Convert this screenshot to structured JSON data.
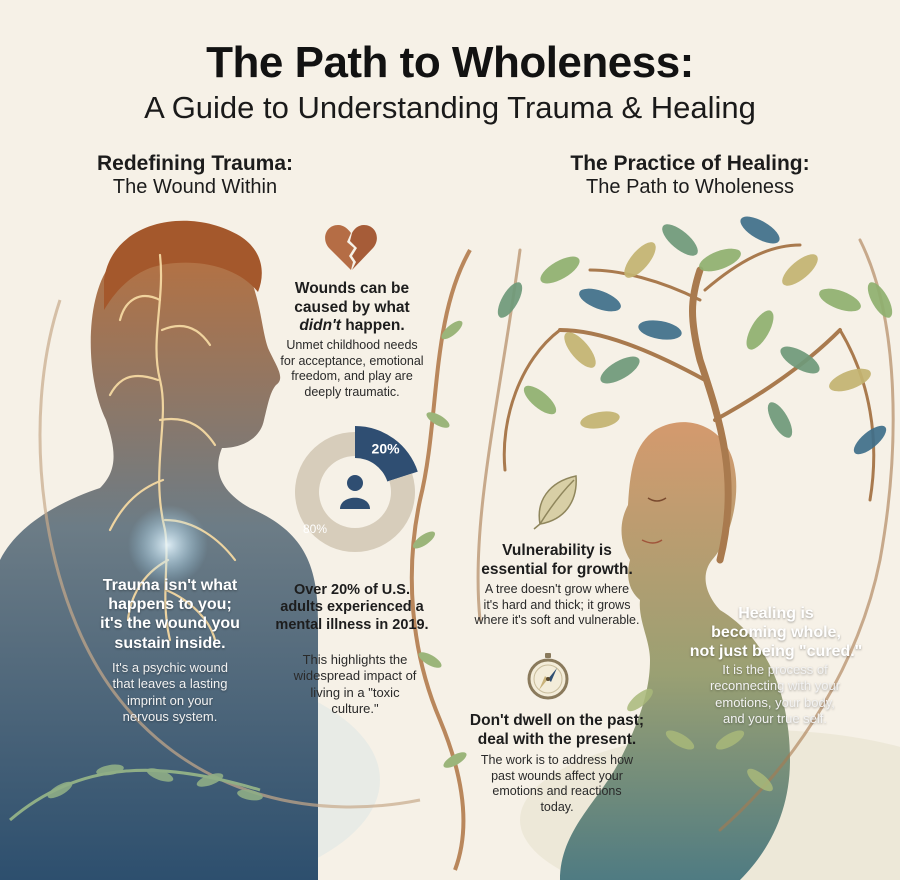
{
  "title": "The Path to Wholeness:",
  "subtitle": "A Guide to Understanding Trauma & Healing",
  "left_section": {
    "title": "Redefining Trauma:",
    "subtitle": "The Wound Within",
    "callout_heading_lines": [
      "Trauma isn't what",
      "happens to you;",
      "it's the wound you",
      "sustain inside."
    ],
    "callout_body_lines": [
      "It's a psychic wound",
      "that leaves a lasting",
      "imprint on your",
      "nervous system."
    ]
  },
  "middle": {
    "wounds_heading_lines": [
      "Wounds can be",
      "caused by what"
    ],
    "wounds_heading_italic": "didn't",
    "wounds_heading_tail": " happen.",
    "wounds_body_lines": [
      "Unmet childhood needs",
      "for acceptance, emotional",
      "freedom, and play are",
      "deeply traumatic."
    ],
    "stat_heading_lines": [
      "Over 20% of U.S.",
      "adults experienced a",
      "mental illness in 2019."
    ],
    "stat_body_lines": [
      "This highlights the",
      "widespread impact of",
      "living in a \"toxic",
      "culture.\""
    ],
    "icons": [
      "broken-heart-icon",
      "person-icon"
    ]
  },
  "chart_data": {
    "type": "pie",
    "categories": [
      "",
      ""
    ],
    "values": [
      20,
      80
    ],
    "labels": [
      "20%",
      "80%"
    ],
    "colors": [
      "#2f4e72",
      "#d7cdbb"
    ]
  },
  "right_section": {
    "title": "The Practice of Healing:",
    "subtitle": "The Path to Wholeness",
    "vulnerability_heading_lines": [
      "Vulnerability is",
      "essential for growth."
    ],
    "vulnerability_body_lines": [
      "A tree doesn't grow where",
      "it's hard and thick; it grows",
      "where it's soft and vulnerable."
    ],
    "present_heading_lines": [
      "Don't dwell on the past;",
      "deal with the present."
    ],
    "present_body_lines": [
      "The work is to address how",
      "past wounds affect your",
      "emotions and reactions",
      "today."
    ],
    "healing_heading_lines": [
      "Healing is",
      "becoming whole,",
      "not just being \"cured.\""
    ],
    "healing_body_lines": [
      "It is the process of",
      "reconnecting with your",
      "emotions, your body,",
      "and your true self."
    ],
    "icons": [
      "leaf-icon",
      "compass-icon"
    ]
  },
  "colors": {
    "background": "#f6f1e7",
    "navy": "#2f4e72",
    "beige": "#d7cdbb",
    "skin": "#b86e44",
    "leaf_green": "#8aa56a",
    "leaf_blue": "#3f6f8a"
  }
}
